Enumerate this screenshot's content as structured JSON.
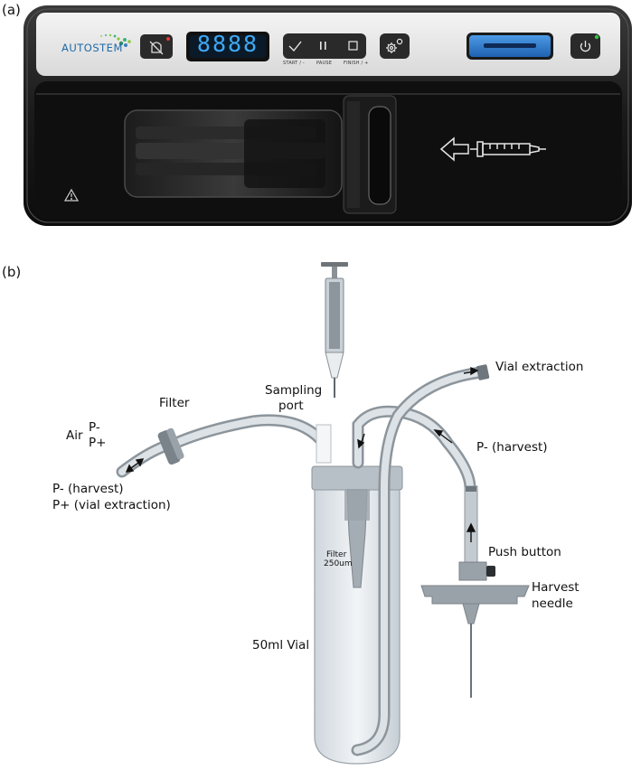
{
  "panels": {
    "a_tag": "(a)",
    "b_tag": "(b)"
  },
  "device": {
    "brand": "AUTOSTEM",
    "display_value": "8888",
    "buttons": {
      "start_label": "START / -",
      "pause_label": "PAUSE",
      "finish_label": "FINISH / +"
    },
    "colors": {
      "display": "#3fa9f5",
      "accent_blue": "#2d7fd0",
      "power_led": "#35c43f",
      "mute_led": "#e23b3b"
    }
  },
  "labels": {
    "sampling_port": [
      "Sampling",
      "port"
    ],
    "filter": "Filter",
    "air": "Air",
    "air_p_minus": "P-",
    "air_p_plus": "P+",
    "p_minus_harvest": "P-  (harvest)",
    "p_plus_vial_extraction": "P+ (vial extraction)",
    "vial_extraction": "Vial extraction",
    "p_minus_harvest_right": "P- (harvest)",
    "push_button": "Push button",
    "harvest_needle": [
      "Harvest",
      "needle"
    ],
    "vial": "50ml Vial",
    "inner_filter": [
      "Filter",
      "250um"
    ]
  }
}
